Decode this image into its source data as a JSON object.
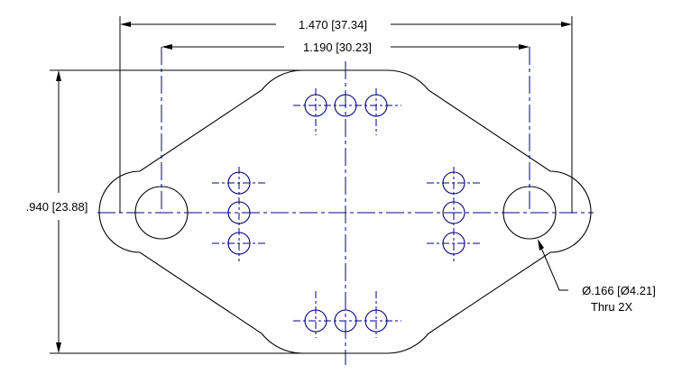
{
  "colors": {
    "outline": "#000000",
    "centerline": "#00008b",
    "hole": "#000080"
  },
  "dimensions": {
    "overall_width": "1.470 [37.34]",
    "mount_spacing": "1.190 [30.23]",
    "overall_height": ".940 [23.88]"
  },
  "callout": {
    "line1": "Ø.166 [Ø4.21]",
    "line2": "Thru 2X"
  }
}
